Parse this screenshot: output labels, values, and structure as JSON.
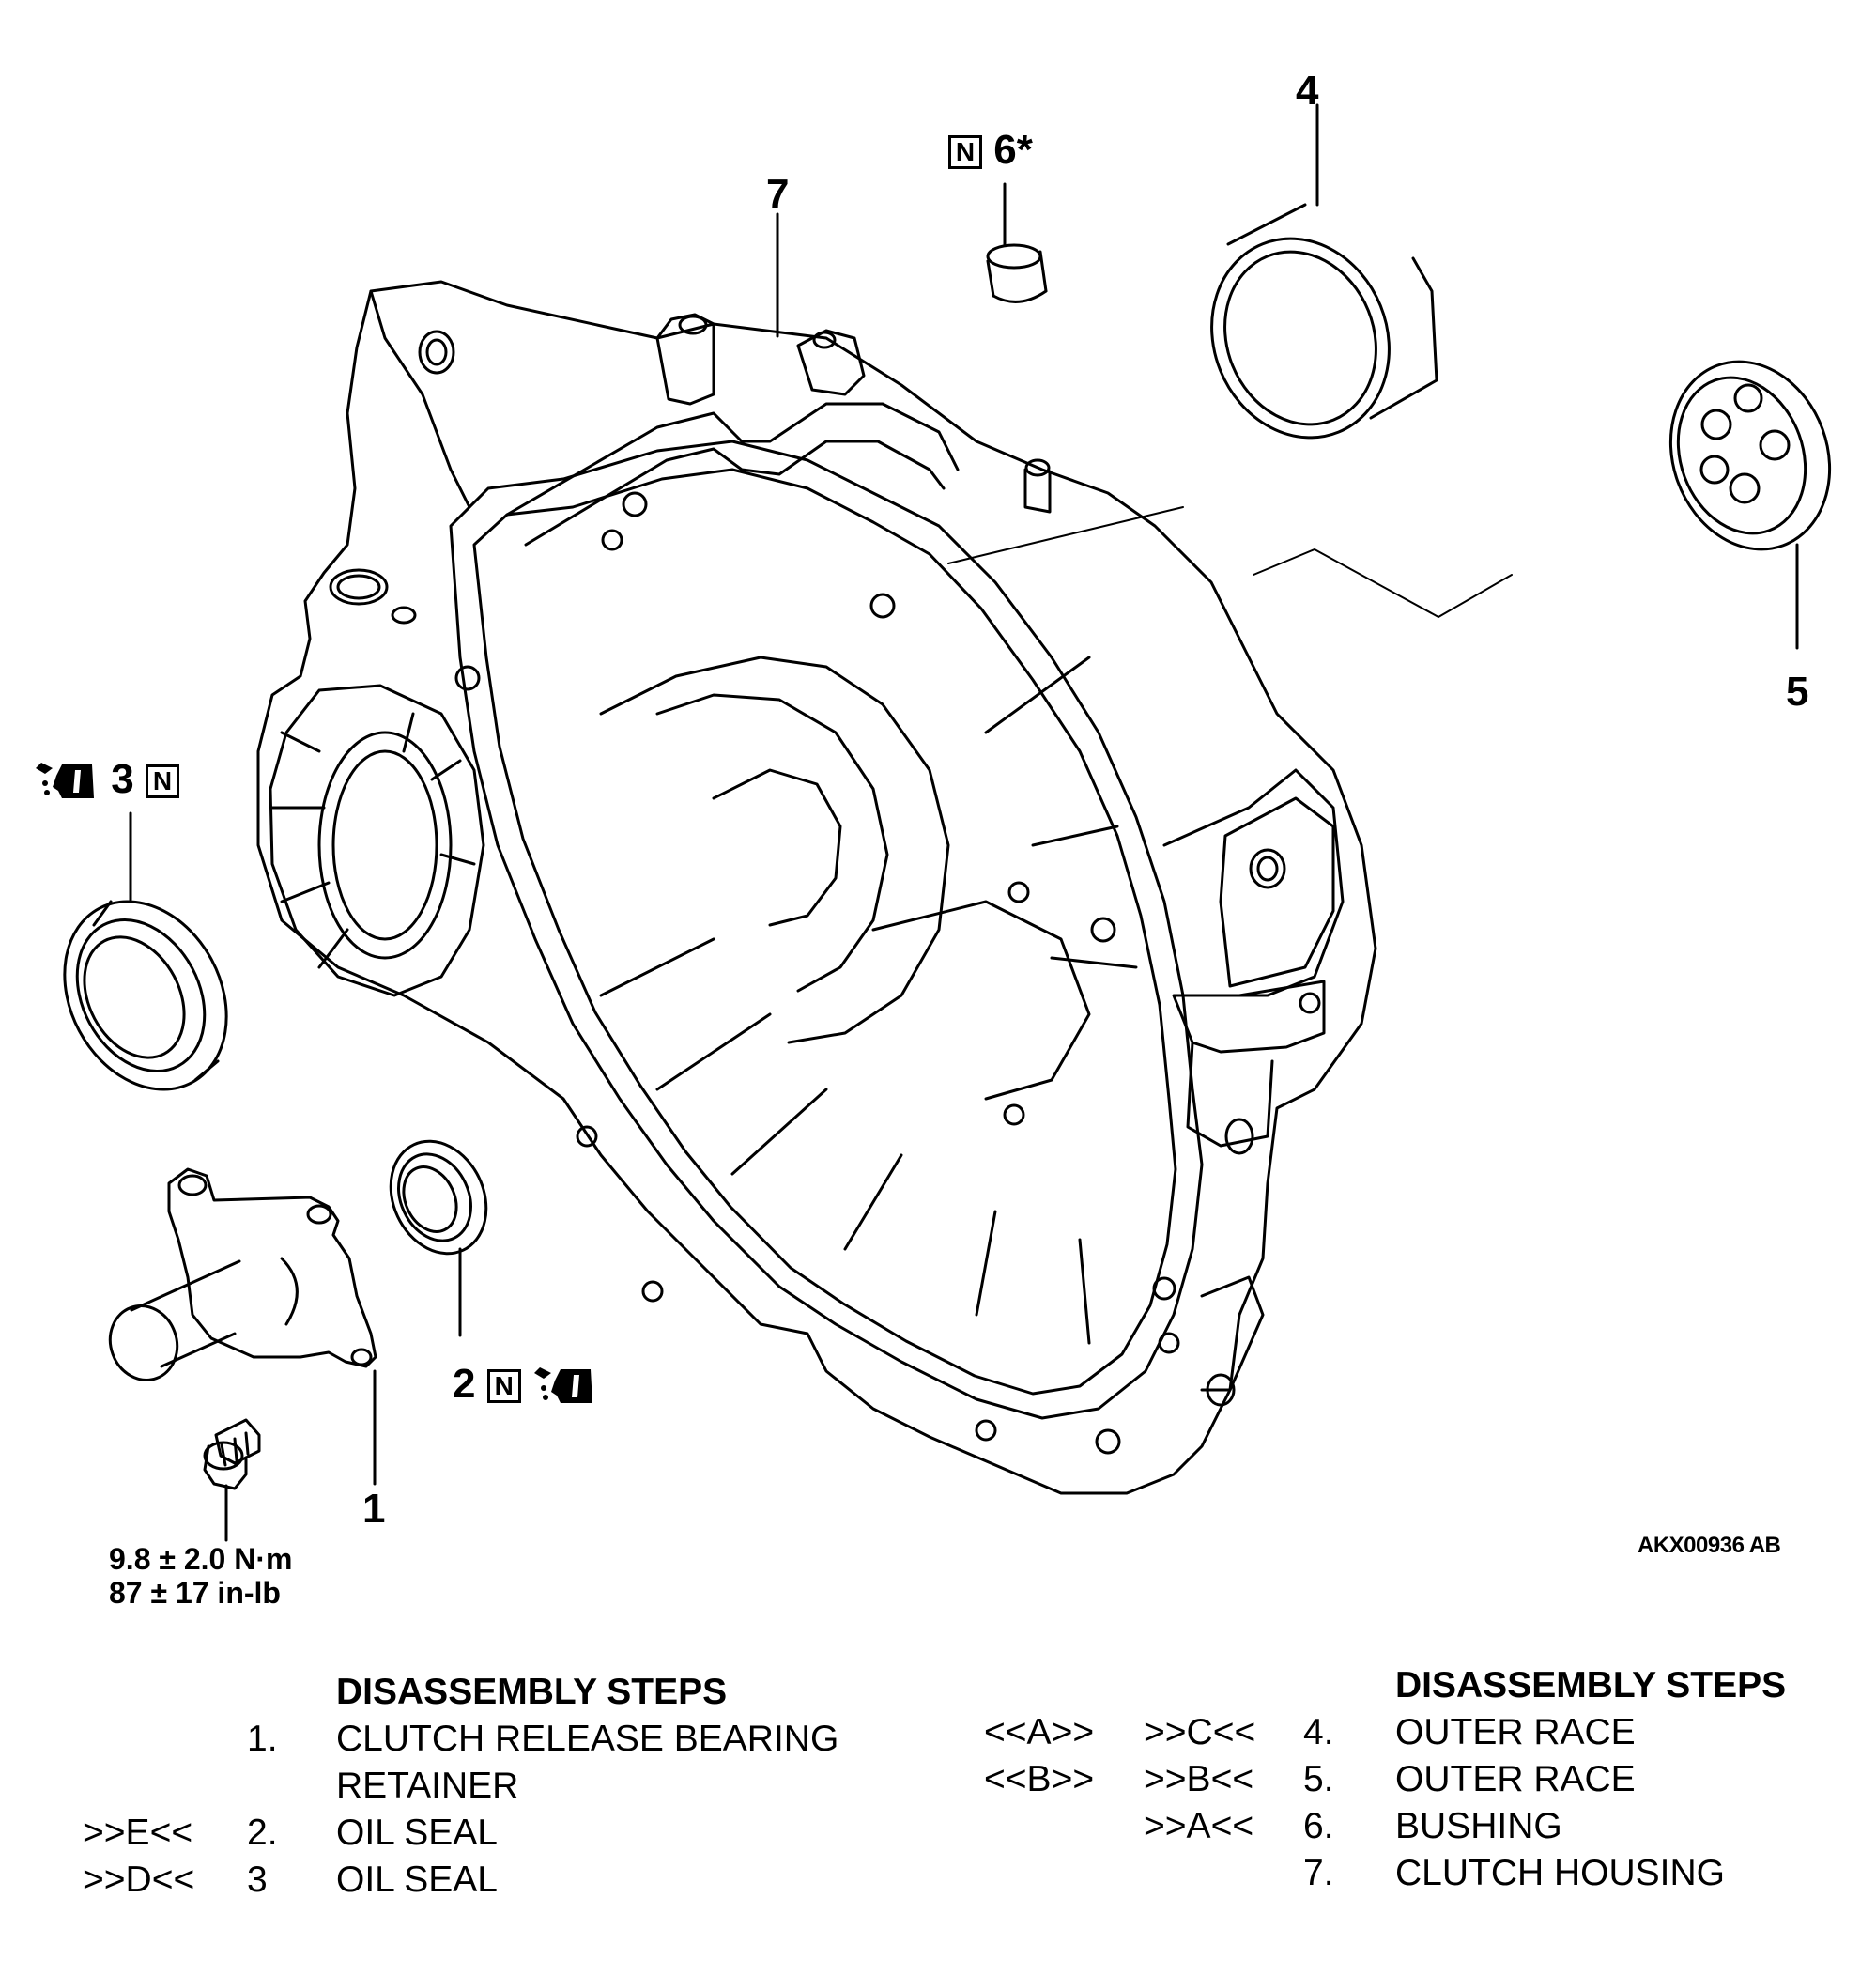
{
  "callouts": {
    "c1": "1",
    "c2": "2",
    "c3": "3",
    "c4": "4",
    "c5": "5",
    "c6": "6*",
    "c7": "7",
    "new_part_mark": "N"
  },
  "torque": {
    "line1": "9.8 ± 2.0 N·m",
    "line2": "87 ± 17 in-lb"
  },
  "figure_code": "AKX00936 AB",
  "steps_left": {
    "header": "DISASSEMBLY STEPS",
    "rows": [
      {
        "ref": "",
        "num": "1.",
        "text": "CLUTCH RELEASE BEARING"
      },
      {
        "ref": "",
        "num": "",
        "text": "RETAINER"
      },
      {
        "ref": ">>E<<",
        "num": "2.",
        "text": "OIL SEAL"
      },
      {
        "ref": ">>D<<",
        "num": "3",
        "text": "OIL SEAL"
      }
    ]
  },
  "steps_right": {
    "header": "DISASSEMBLY STEPS",
    "rows": [
      {
        "ref_a": "<<A>>",
        "ref_b": ">>C<<",
        "num": "4.",
        "text": "OUTER RACE"
      },
      {
        "ref_a": "<<B>>",
        "ref_b": ">>B<<",
        "num": "5.",
        "text": "OUTER RACE"
      },
      {
        "ref_a": "",
        "ref_b": ">>A<<",
        "num": "6.",
        "text": "BUSHING"
      },
      {
        "ref_a": "",
        "ref_b": "",
        "num": "7.",
        "text": "CLUTCH HOUSING"
      }
    ]
  }
}
